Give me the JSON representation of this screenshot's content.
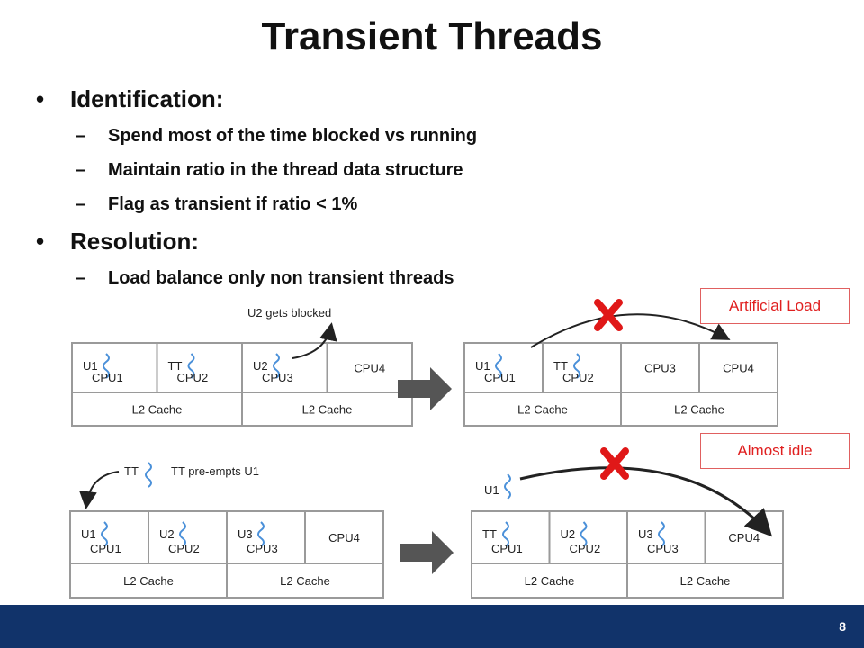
{
  "slide": {
    "title": "Transient Threads",
    "page_number": "8"
  },
  "bullets": {
    "identification": {
      "label": "Identification:",
      "items": [
        "Spend most of the time blocked vs running",
        "Maintain ratio in the thread data structure",
        "Flag as transient if ratio < 1%"
      ]
    },
    "resolution": {
      "label": "Resolution:",
      "items": [
        "Load balance only non transient threads"
      ]
    }
  },
  "callouts": {
    "artificial_load": "Artificial Load",
    "almost_idle": "Almost idle"
  },
  "diagram": {
    "cache_label": "L2 Cache",
    "cpu_labels": [
      "CPU1",
      "CPU2",
      "CPU3",
      "CPU4"
    ],
    "thread_labels": {
      "u1": "U1",
      "u2": "U2",
      "u3": "U3",
      "tt": "TT"
    },
    "annotations": {
      "u2_blocked": "U2 gets blocked",
      "tt_preempts": "TT pre-empts U1"
    },
    "colors": {
      "squiggle": "#4a90d9",
      "cross": "#e01818",
      "arrow": "#555555",
      "outline": "#9a9a9a"
    }
  }
}
